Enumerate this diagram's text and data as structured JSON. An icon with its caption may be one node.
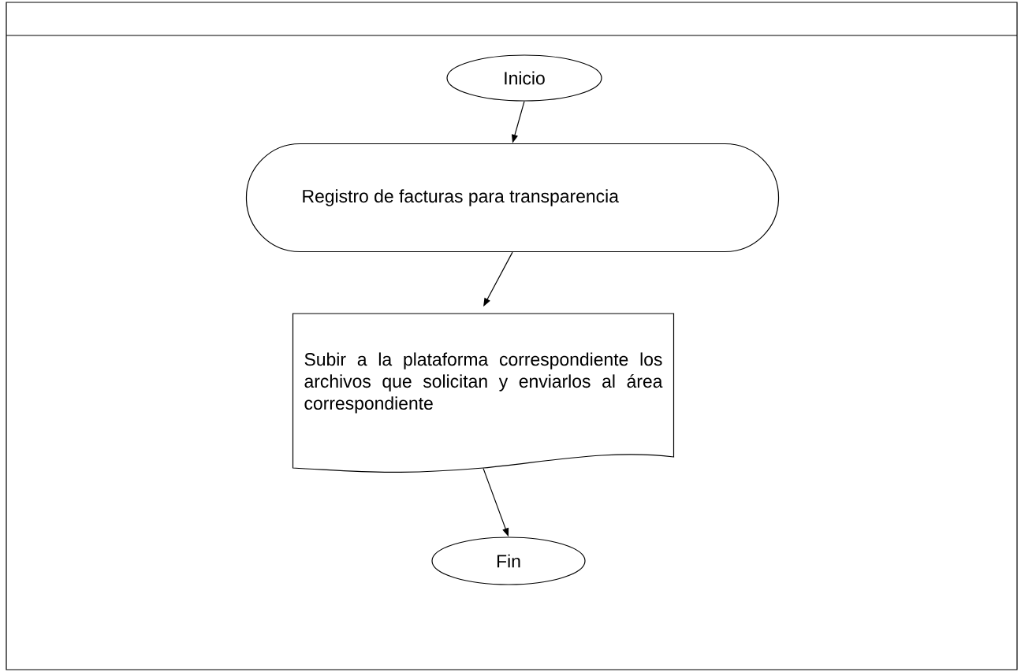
{
  "diagram": {
    "nodes": [
      {
        "text": [
          "Inicio"
        ]
      },
      {
        "text": [
          "Registro de facturas para transparencia"
        ]
      },
      {
        "text": [
          "Subir a la plataforma correspondiente los archivos que solicitan y enviarlos al área correspondiente"
        ]
      },
      {
        "text": [
          "Fin"
        ]
      }
    ],
    "edges": [
      {
        "from": 0,
        "to": 1,
        "arrow": "to"
      },
      {
        "from": 1,
        "to": 2,
        "arrow": "to"
      },
      {
        "from": 2,
        "to": 3,
        "arrow": "to"
      }
    ]
  }
}
